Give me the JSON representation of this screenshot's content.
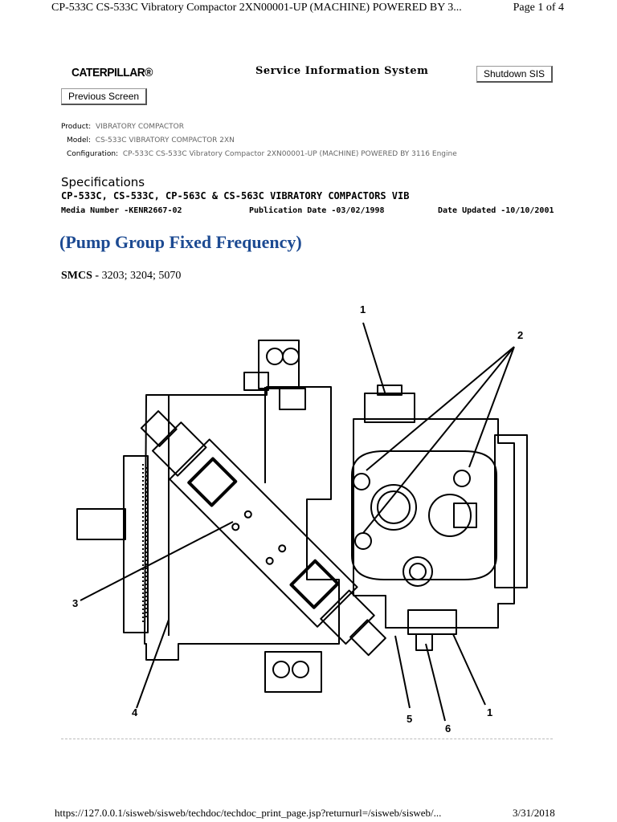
{
  "header": {
    "title": "CP-533C CS-533C Vibratory Compactor 2XN00001-UP (MACHINE) POWERED BY 3...",
    "page": "Page 1 of 4"
  },
  "brand": {
    "logo": "CATERPILLAR®",
    "system": "Service Information System"
  },
  "buttons": {
    "shutdown": "Shutdown SIS",
    "previous": "Previous Screen"
  },
  "product_info": {
    "product_label": "Product:",
    "product": "VIBRATORY COMPACTOR",
    "model_label": "Model:",
    "model": "CS-533C VIBRATORY COMPACTOR 2XN",
    "config_label": "Configuration:",
    "config": "CP-533C CS-533C Vibratory Compactor 2XN00001-UP (MACHINE) POWERED BY 3116 Engine"
  },
  "doc": {
    "type": "Specifications",
    "models": "CP-533C, CS-533C, CP-563C & CS-563C VIBRATORY COMPACTORS VIB",
    "media": "Media Number -KENR2667-02",
    "pubdate": "Publication Date -03/02/1998",
    "updated": "Date Updated -10/10/2001",
    "title": "(Pump Group Fixed Frequency)",
    "smcs_label": "SMCS -",
    "smcs": "3203; 3204; 5070"
  },
  "callouts": [
    "1",
    "2",
    "3",
    "4",
    "5",
    "6",
    "1"
  ],
  "footer": {
    "url": "https://127.0.0.1/sisweb/sisweb/techdoc/techdoc_print_page.jsp?returnurl=/sisweb/sisweb/...",
    "date": "3/31/2018"
  }
}
